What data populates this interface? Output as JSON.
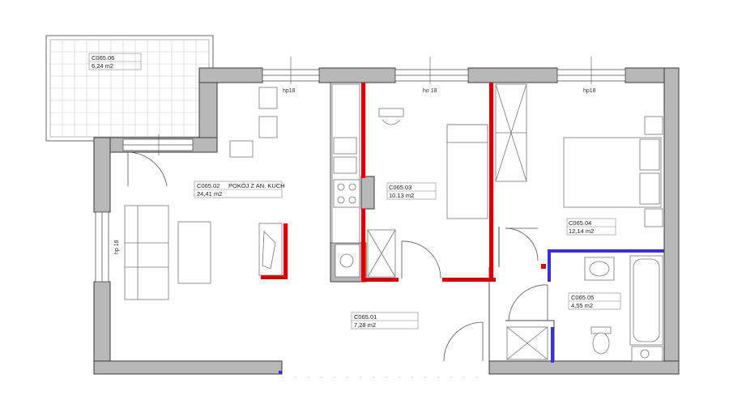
{
  "rooms": [
    {
      "code": "C065.06",
      "area": "6,24 m2"
    },
    {
      "code": "C065.02",
      "name": "POKÓJ Z AN. KUCH",
      "area": "24,41 m2"
    },
    {
      "code": "C065.03",
      "area": "10.13 m2"
    },
    {
      "code": "C065.04",
      "area": "12,14 m2"
    },
    {
      "code": "C065.05",
      "area": "4,55 m2"
    },
    {
      "code": "C065.01",
      "area": "7,28 m2"
    }
  ],
  "windows": [
    {
      "label": "hp18"
    },
    {
      "label": "ho 18"
    },
    {
      "label": "hp18"
    },
    {
      "label": "hp 18"
    }
  ],
  "colors": {
    "wall": "#b8b8b8",
    "wall_stroke": "#3a3a3a",
    "new_wall": "#d40000",
    "bathroom_wall": "#3b2fd6",
    "line": "#555555"
  }
}
